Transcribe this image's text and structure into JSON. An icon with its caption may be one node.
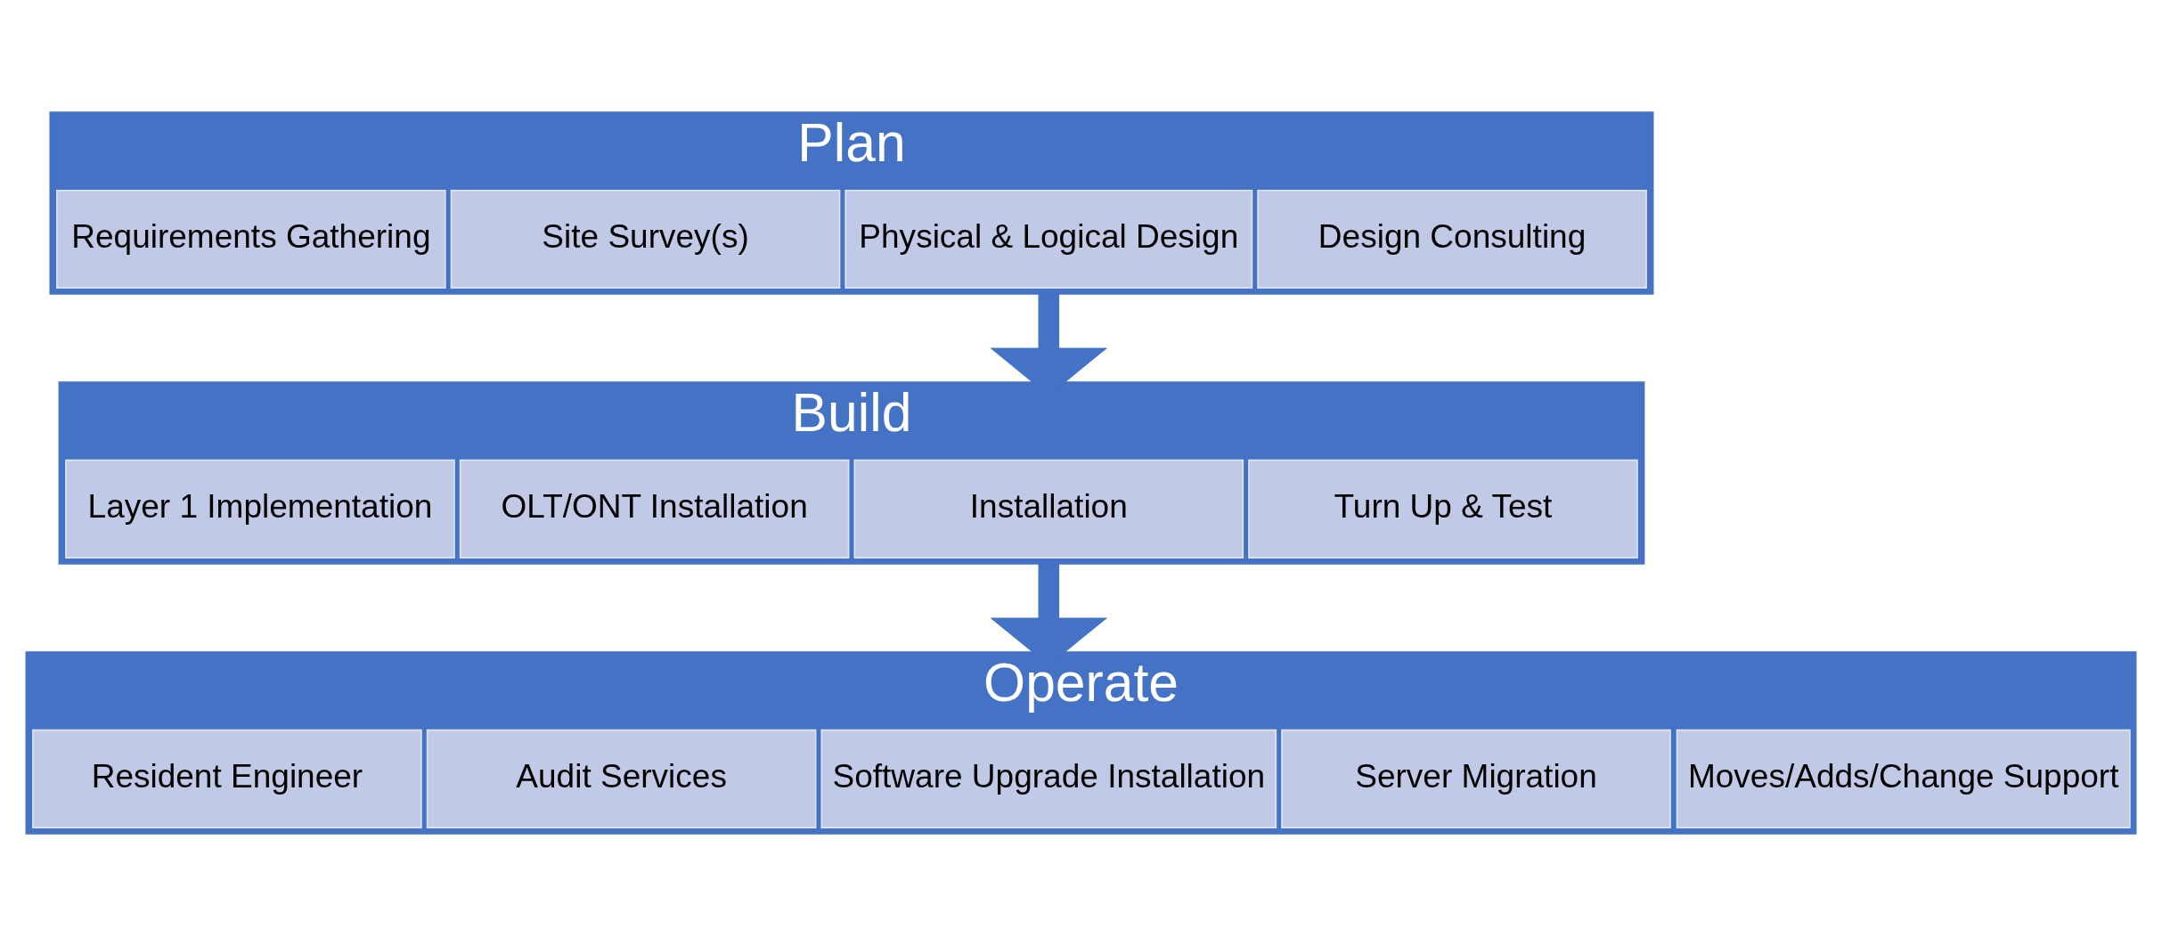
{
  "diagram": {
    "nodes": [
      {
        "text": [
          "Plan"
        ]
      },
      {
        "text": [
          "Requirements Gathering"
        ],
        "in": 0
      },
      {
        "text": [
          "Site Survey(s)"
        ],
        "in": 0
      },
      {
        "text": [
          "Physical & Logical Design"
        ],
        "in": 0
      },
      {
        "text": [
          "Design Consulting"
        ],
        "in": 0
      },
      {
        "text": [
          "Build"
        ]
      },
      {
        "text": [
          "Layer 1 Implementation"
        ],
        "in": 5
      },
      {
        "text": [
          "OLT/ONT Installation"
        ],
        "in": 5
      },
      {
        "text": [
          "Installation"
        ],
        "in": 5
      },
      {
        "text": [
          "Turn Up & Test"
        ],
        "in": 5
      },
      {
        "text": [
          "Operate"
        ]
      },
      {
        "text": [
          "Resident Engineer"
        ],
        "in": 10
      },
      {
        "text": [
          "Audit Services"
        ],
        "in": 10
      },
      {
        "text": [
          "Software Upgrade Installation"
        ],
        "in": 10
      },
      {
        "text": [
          "Server Migration"
        ],
        "in": 10
      },
      {
        "text": [
          "Moves/Adds/Change Support"
        ],
        "in": 10
      }
    ],
    "edges": [
      {
        "from": 0,
        "to": 5,
        "arrow": "to"
      },
      {
        "from": 5,
        "to": 10,
        "arrow": "to"
      }
    ]
  }
}
